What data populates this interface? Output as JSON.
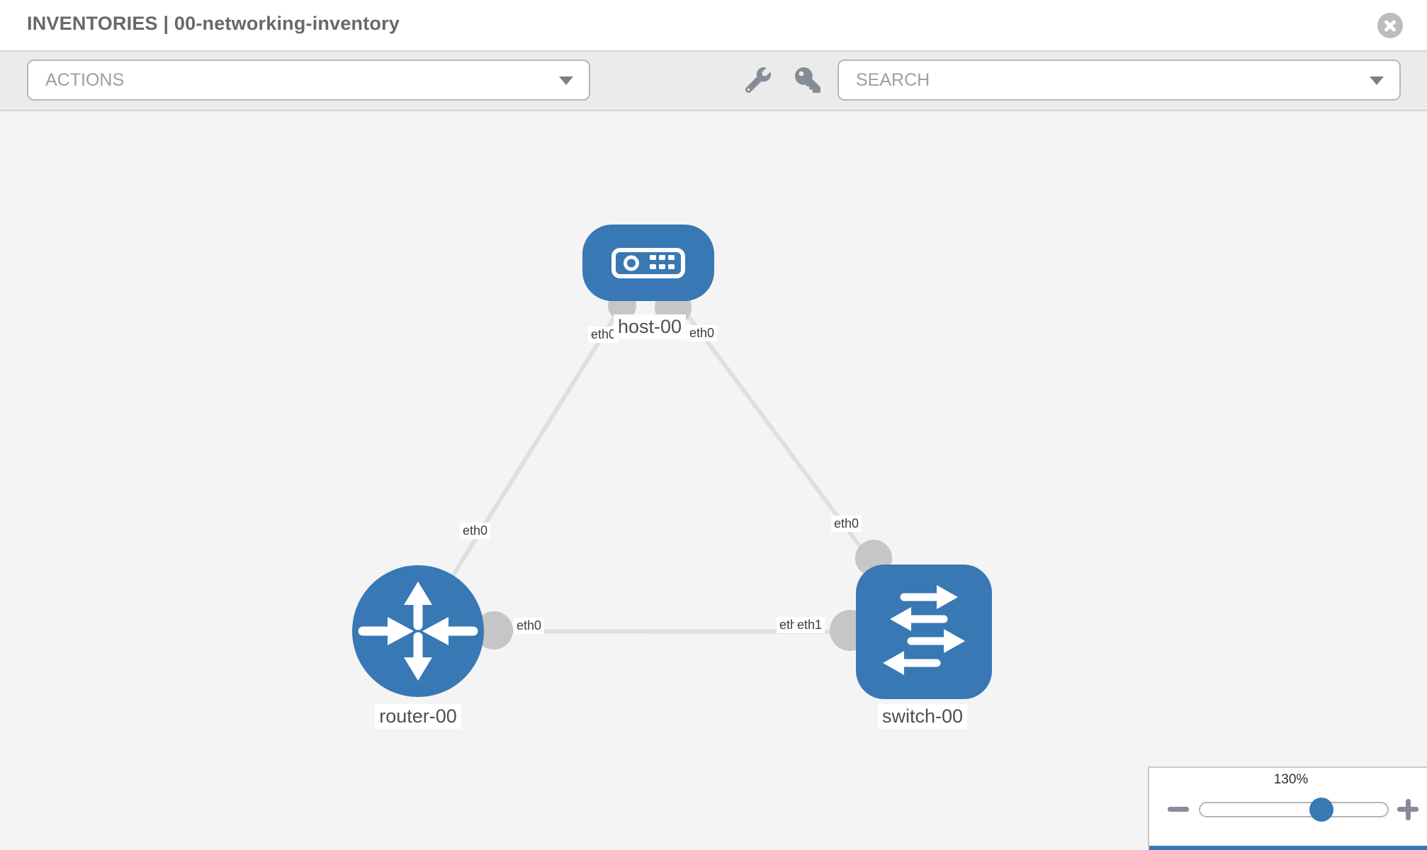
{
  "header": {
    "title": "INVENTORIES | 00-networking-inventory"
  },
  "toolbar": {
    "actions_label": "ACTIONS",
    "search_label": "SEARCH",
    "icons": [
      "wrench-icon",
      "key-icon"
    ]
  },
  "graph": {
    "nodes": [
      {
        "id": "host-00",
        "type": "host",
        "label": "host-00"
      },
      {
        "id": "router-00",
        "type": "router",
        "label": "router-00"
      },
      {
        "id": "switch-00",
        "type": "switch",
        "label": "switch-00"
      }
    ],
    "edges": [
      {
        "from": "host-00",
        "to": "router-00",
        "from_interface": "eth0",
        "to_interface": "eth0"
      },
      {
        "from": "host-00",
        "to": "switch-00",
        "from_interface": "eth0",
        "to_interface": "eth0"
      },
      {
        "from": "router-00",
        "to": "switch-00",
        "from_interface": "eth0",
        "to_interface": "eth1"
      }
    ],
    "interface_labels": {
      "host_left": "eth0",
      "host_right": "eth0",
      "router_top": "eth0",
      "router_right": "eth0",
      "switch_top": "eth0",
      "switch_left_back": "eth0",
      "switch_left_front": "eth1"
    }
  },
  "zoom_control": {
    "level": "130%"
  },
  "colors": {
    "node_blue": "#3878b4",
    "edge_gray": "#dfdfdf",
    "interface_gray": "#c6c6c6",
    "canvas_bg": "#f4f4f4",
    "toolbar_bg": "#ebebeb",
    "title_gray": "#686868"
  }
}
